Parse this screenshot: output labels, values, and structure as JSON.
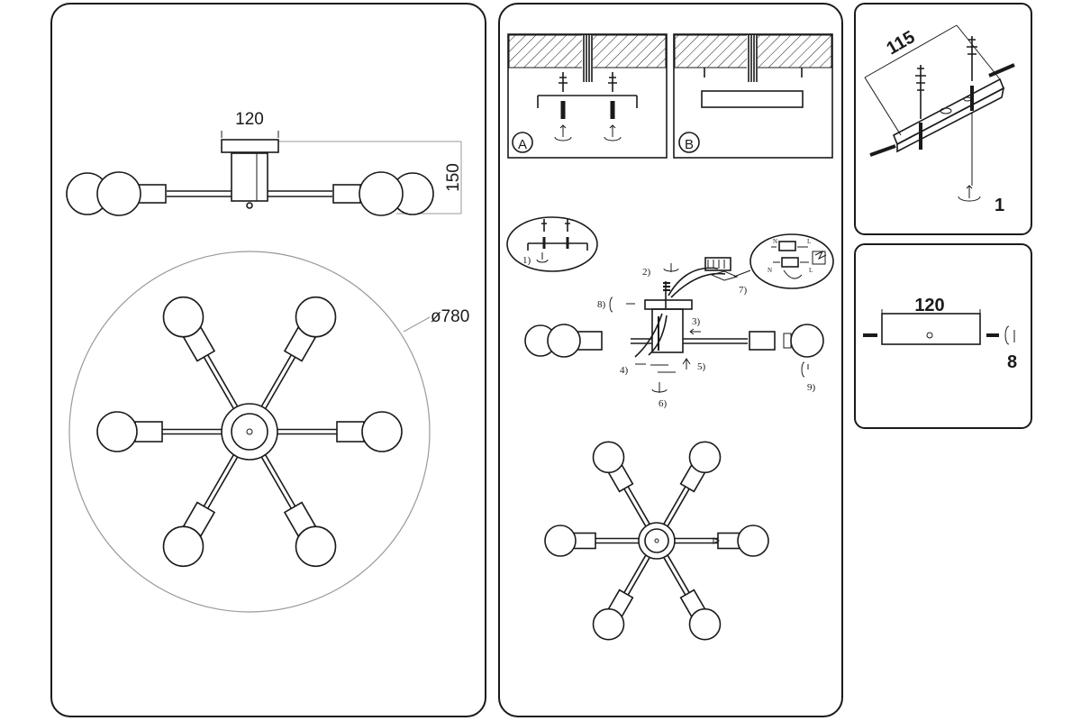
{
  "panel_overview": {
    "dim_width": "120",
    "dim_height": "150",
    "dim_diameter": "ø780"
  },
  "panel_install": {
    "box_a_label": "A",
    "box_b_label": "B",
    "steps": [
      "1)",
      "2)",
      "3)",
      "4)",
      "5)",
      "6)",
      "7)",
      "8)",
      "9)"
    ],
    "wiring_labels": [
      "N",
      "L",
      "N",
      "L"
    ]
  },
  "panel_bracket": {
    "dim": "115",
    "step": "1"
  },
  "panel_plate": {
    "dim": "120",
    "step": "8"
  }
}
